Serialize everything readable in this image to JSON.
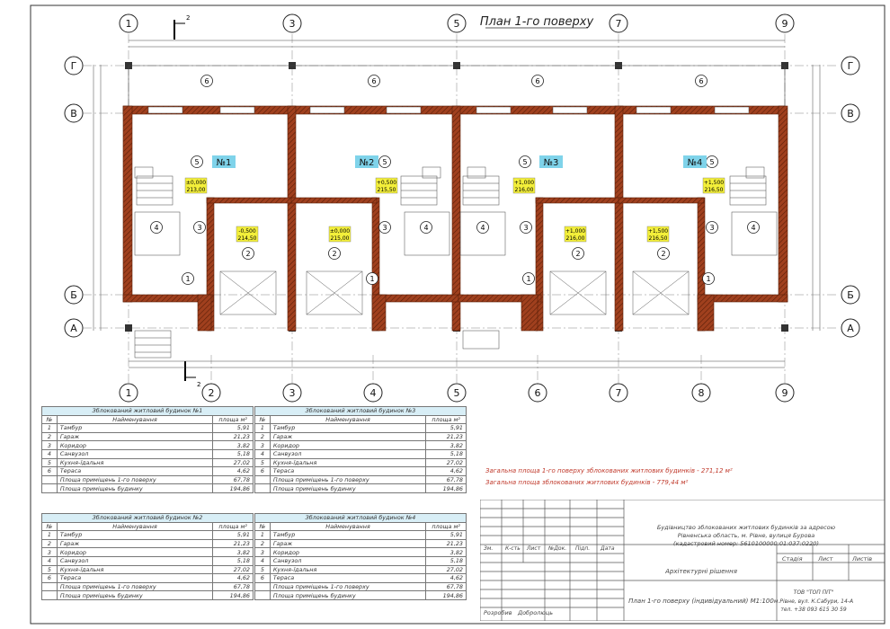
{
  "plan": {
    "title": "План 1-го поверху",
    "axes_top": [
      "1",
      "3",
      "5",
      "7",
      "9"
    ],
    "axes_bottom": [
      "1",
      "2",
      "3",
      "4",
      "5",
      "6",
      "7",
      "8",
      "9"
    ],
    "rows_left": [
      "Г",
      "В",
      "Б",
      "А"
    ],
    "rows_right": [
      "Г",
      "В",
      "Б",
      "А"
    ],
    "units": [
      "№1",
      "№2",
      "№3",
      "№4"
    ],
    "levels": {
      "u1a": [
        "±0,000",
        "213,00"
      ],
      "u1b": [
        "-0,500",
        "214,50"
      ],
      "u2a": [
        "+0,500",
        "215,50"
      ],
      "u2b": [
        "±0,000",
        "215,00"
      ],
      "u3a": [
        "+1,000",
        "216,00"
      ],
      "u3b": [
        "+1,000",
        "216,00"
      ],
      "u4a": [
        "+1,500",
        "216,50"
      ],
      "u4b": [
        "+1,500",
        "216,50"
      ]
    },
    "room_marks": [
      "1",
      "2",
      "3",
      "4",
      "5",
      "6"
    ],
    "colors": {
      "wall": "#a0401e",
      "wall_hatch": "#5a1e08",
      "unit_badge": "#7fd3ea",
      "level_badge": "#f3ef3a",
      "title": "#222"
    }
  },
  "tables": [
    {
      "caption": "Зблокований житловий будинок №1",
      "headers": [
        "№",
        "Найменування",
        "площа м²"
      ],
      "rows": [
        [
          "1",
          "Тамбур",
          "5,91"
        ],
        [
          "2",
          "Гараж",
          "21,23"
        ],
        [
          "3",
          "Коридор",
          "3,82"
        ],
        [
          "4",
          "Санвузол",
          "5,18"
        ],
        [
          "5",
          "Кухня-їдальня",
          "27,02"
        ],
        [
          "6",
          "Тераса",
          "4,62"
        ]
      ],
      "totals": [
        [
          "Площа приміщень 1-го поверху",
          "67,78"
        ],
        [
          "Площа приміщень будинку",
          "194,86"
        ]
      ]
    },
    {
      "caption": "Зблокований житловий будинок №3",
      "headers": [
        "№",
        "Найменування",
        "площа м²"
      ],
      "rows": [
        [
          "1",
          "Тамбур",
          "5,91"
        ],
        [
          "2",
          "Гараж",
          "21,23"
        ],
        [
          "3",
          "Коридор",
          "3,82"
        ],
        [
          "4",
          "Санвузол",
          "5,18"
        ],
        [
          "5",
          "Кухня-їдальня",
          "27,02"
        ],
        [
          "6",
          "Тераса",
          "4,62"
        ]
      ],
      "totals": [
        [
          "Площа приміщень 1-го поверху",
          "67,78"
        ],
        [
          "Площа приміщень будинку",
          "194,86"
        ]
      ]
    },
    {
      "caption": "Зблокований житловий будинок №2",
      "headers": [
        "№",
        "Найменування",
        "площа м²"
      ],
      "rows": [
        [
          "1",
          "Тамбур",
          "5,91"
        ],
        [
          "2",
          "Гараж",
          "21,23"
        ],
        [
          "3",
          "Коридор",
          "3,82"
        ],
        [
          "4",
          "Санвузол",
          "5,18"
        ],
        [
          "5",
          "Кухня-їдальня",
          "27,02"
        ],
        [
          "6",
          "Тераса",
          "4,62"
        ]
      ],
      "totals": [
        [
          "Площа приміщень 1-го поверху",
          "67,78"
        ],
        [
          "Площа приміщень будинку",
          "194,86"
        ]
      ]
    },
    {
      "caption": "Зблокований житловий будинок №4",
      "headers": [
        "№",
        "Найменування",
        "площа м²"
      ],
      "rows": [
        [
          "1",
          "Тамбур",
          "5,91"
        ],
        [
          "2",
          "Гараж",
          "21,23"
        ],
        [
          "3",
          "Коридор",
          "3,82"
        ],
        [
          "4",
          "Санвузол",
          "5,18"
        ],
        [
          "5",
          "Кухня-їдальня",
          "27,02"
        ],
        [
          "6",
          "Тераса",
          "4,62"
        ]
      ],
      "totals": [
        [
          "Площа приміщень 1-го поверху",
          "67,78"
        ],
        [
          "Площа приміщень будинку",
          "194,86"
        ]
      ]
    }
  ],
  "summary": {
    "line1": "Загальна площа 1-го поверху зблокованих житлових будинків - 271,12 м²",
    "line2": "Загальна площа зблокованих житлових будинків - 779,44 м²"
  },
  "title_block": {
    "project": [
      "Будівництво зблокованих житлових будинків за адресою",
      "Рівненська область, м. Рівне, вулиця Бурова",
      "(кадастровий номер: 5610100000:01:037:0220)"
    ],
    "cols": [
      "Зм.",
      "К-сть",
      "Лист",
      "№Док.",
      "Підп.",
      "Дата"
    ],
    "section": "Архітектурні рішення",
    "stage_labels": [
      "Стадія",
      "Лист",
      "Листів"
    ],
    "drawing": "План 1-го поверху (індивідуальний) М1:100",
    "org": [
      "ТОВ \"ТОП ПІТ\"",
      "м.Рівне, вул. К.Сабури, 14-А",
      "тел. +38 093 615 30 59"
    ],
    "roles": [
      "Розробив",
      "Добролюць"
    ]
  }
}
